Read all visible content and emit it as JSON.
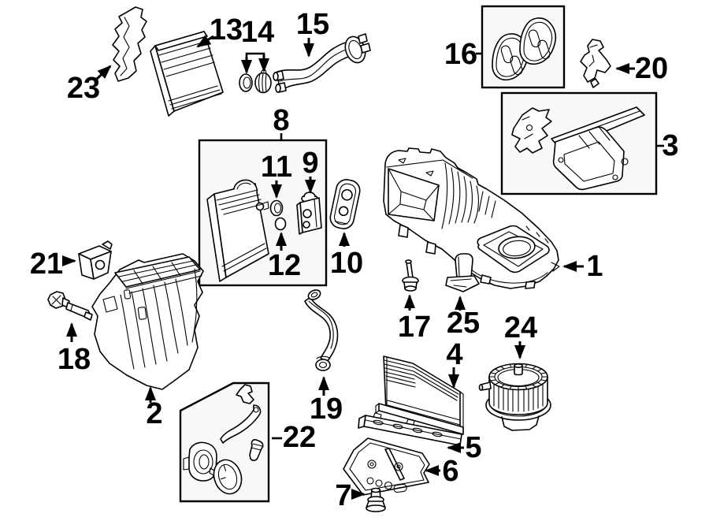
{
  "diagram": {
    "type": "parts-diagram",
    "background": "#ffffff",
    "line_color": "#000000",
    "box_fill": "#f8f8f8",
    "text_color": "#000000"
  },
  "callouts": {
    "c1": "1",
    "c2": "2",
    "c3": "3",
    "c4": "4",
    "c5": "5",
    "c6": "6",
    "c7": "7",
    "c8": "8",
    "c9": "9",
    "c10": "10",
    "c11": "11",
    "c12": "12",
    "c13": "13",
    "c14": "14",
    "c15": "15",
    "c16": "16",
    "c17": "17",
    "c18": "18",
    "c19": "19",
    "c20": "20",
    "c21": "21",
    "c22": "22",
    "c23": "23",
    "c24": "24",
    "c25": "25"
  }
}
